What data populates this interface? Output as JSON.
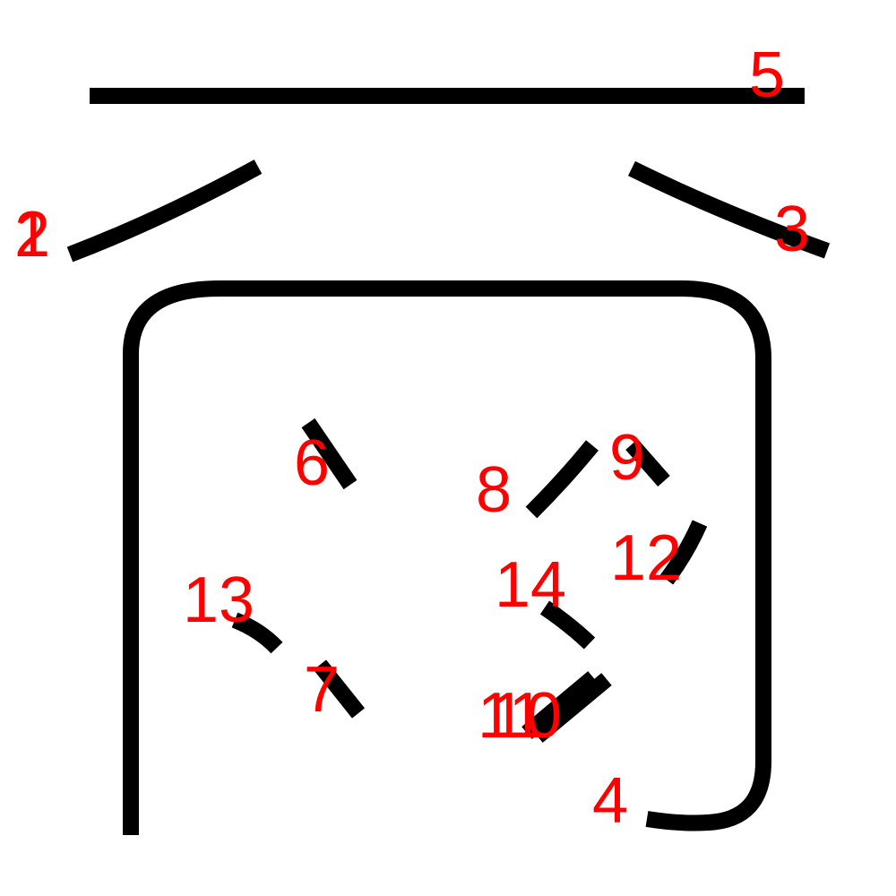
{
  "colors": {
    "stroke": "#000000",
    "label": "#ff0000",
    "background": "#ffffff"
  },
  "labels": [
    "1",
    "2",
    "3",
    "4",
    "5",
    "6",
    "7",
    "8",
    "9",
    "10",
    "11",
    "12",
    "13",
    "14"
  ]
}
